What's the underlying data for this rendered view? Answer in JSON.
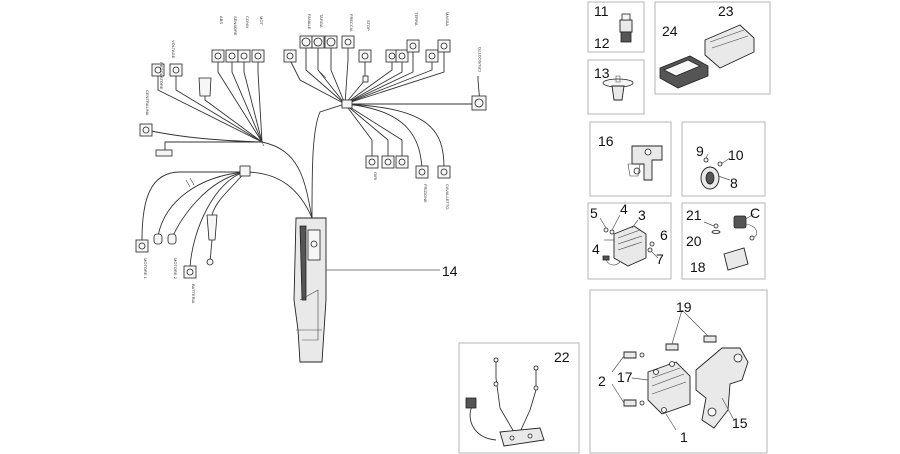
{
  "callouts": {
    "c1": "1",
    "c2": "2",
    "c3": "3",
    "c4a": "4",
    "c4b": "4",
    "c5": "5",
    "c6": "6",
    "c7": "7",
    "c8": "8",
    "c9": "9",
    "c10": "10",
    "c11": "11",
    "c12": "12",
    "c13": "13",
    "c14": "14",
    "c15": "15",
    "c16": "16",
    "c17": "17",
    "c18": "18",
    "c19": "19",
    "c20": "20",
    "c21": "21",
    "c22": "22",
    "c23": "23",
    "c24": "24",
    "cC": "C"
  },
  "tags": {
    "t1": "REGOLATORE",
    "t2": "VOLTAGE",
    "t3": "ABS",
    "t4": "SENSORE",
    "t5": "CONN",
    "t6": "MOT",
    "t7": "FRECCIA",
    "t8": "STOP",
    "t9": "TERRA",
    "t10": "MASSA",
    "t11": "FANALE",
    "t12": "TARGA",
    "t13": "CENTRALINA",
    "t14": "GIRI",
    "t15": "CRUSCOTTO",
    "t16": "MOTORE 1",
    "t17": "MOTORE 2",
    "t18": "BATTERIA",
    "t19": "FRIZIONE",
    "t20": "CAVALLETTO"
  }
}
